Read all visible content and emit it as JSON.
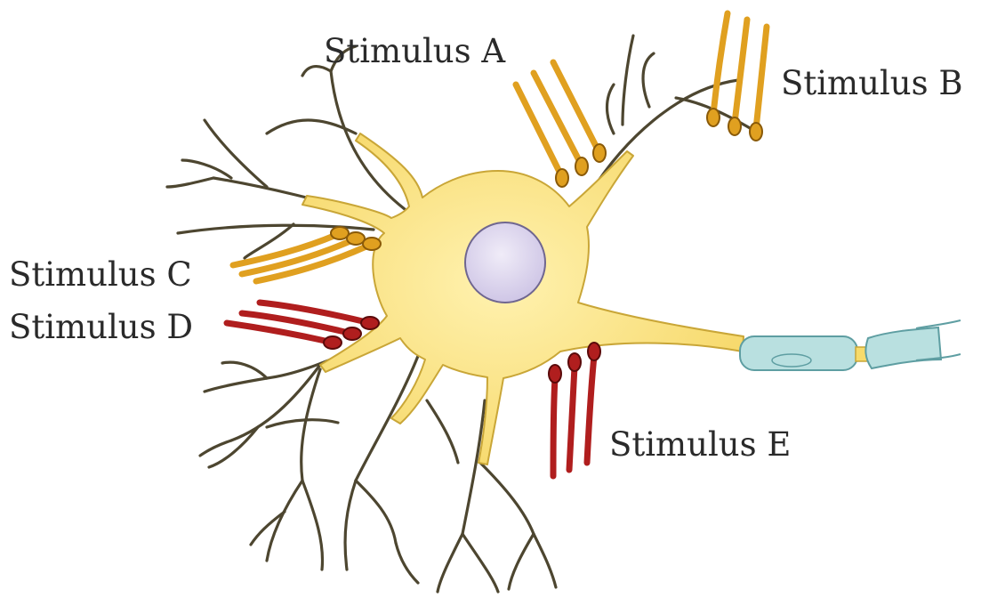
{
  "labels": {
    "stimulus_a": "Stimulus A",
    "stimulus_b": "Stimulus B",
    "stimulus_c": "Stimulus C",
    "stimulus_d": "Stimulus D",
    "stimulus_e": "Stimulus E"
  },
  "colors": {
    "soma": "#f7db6a",
    "soma_light": "#fcec9c",
    "nucleus": "#dcd5ee",
    "dendrite": "#4d4630",
    "axon_myelin": "#b9e0e0",
    "excitatory_terminal": "#e0a020",
    "inhibitory_terminal": "#b01e1e",
    "text": "#2a2a2a"
  }
}
